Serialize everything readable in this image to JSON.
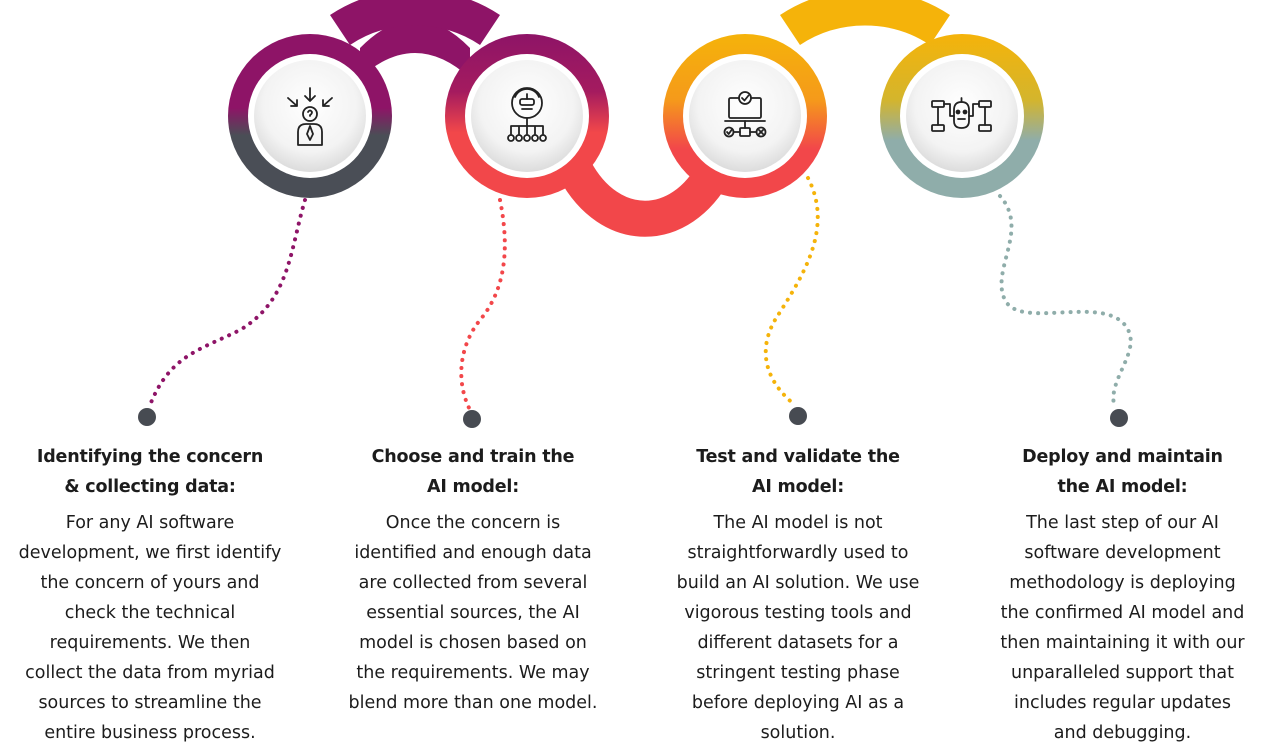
{
  "colors": {
    "purple": "#8e1467",
    "charcoal": "#4a4e56",
    "coral": "#f2474a",
    "amber": "#f5b30a",
    "sage": "#8fadaa",
    "marker": "#474b52"
  },
  "steps": [
    {
      "icon": "person-with-question-icon",
      "heading": "Identifying the concern\n& collecting data:",
      "description": "For any AI software\ndevelopment, we first identify\nthe concern of yours and\ncheck the technical\nrequirements. We then\ncollect the data from myriad\nsources to streamline the\nentire business process."
    },
    {
      "icon": "ai-brain-network-icon",
      "heading": "Choose and train the\nAI model:",
      "description": "Once the concern is\nidentified and enough data\nare collected from several\nessential sources, the AI\nmodel is chosen based on\nthe requirements. We may\nblend more than one model."
    },
    {
      "icon": "laptop-validation-flow-icon",
      "heading": "Test and validate the\nAI model:",
      "description": "The AI model is not\nstraightforwardly used to\nbuild an AI solution. We use\nvigorous testing tools and\ndifferent datasets for a\nstringent testing phase\nbefore deploying AI as a\nsolution."
    },
    {
      "icon": "robot-deploy-icon",
      "heading": "Deploy and maintain\nthe AI model:",
      "description": "The last step of our AI\nsoftware development\nmethodology is deploying\nthe confirmed AI model and\nthen maintaining it with our\nunparalleled support that\nincludes regular updates\nand debugging."
    }
  ]
}
